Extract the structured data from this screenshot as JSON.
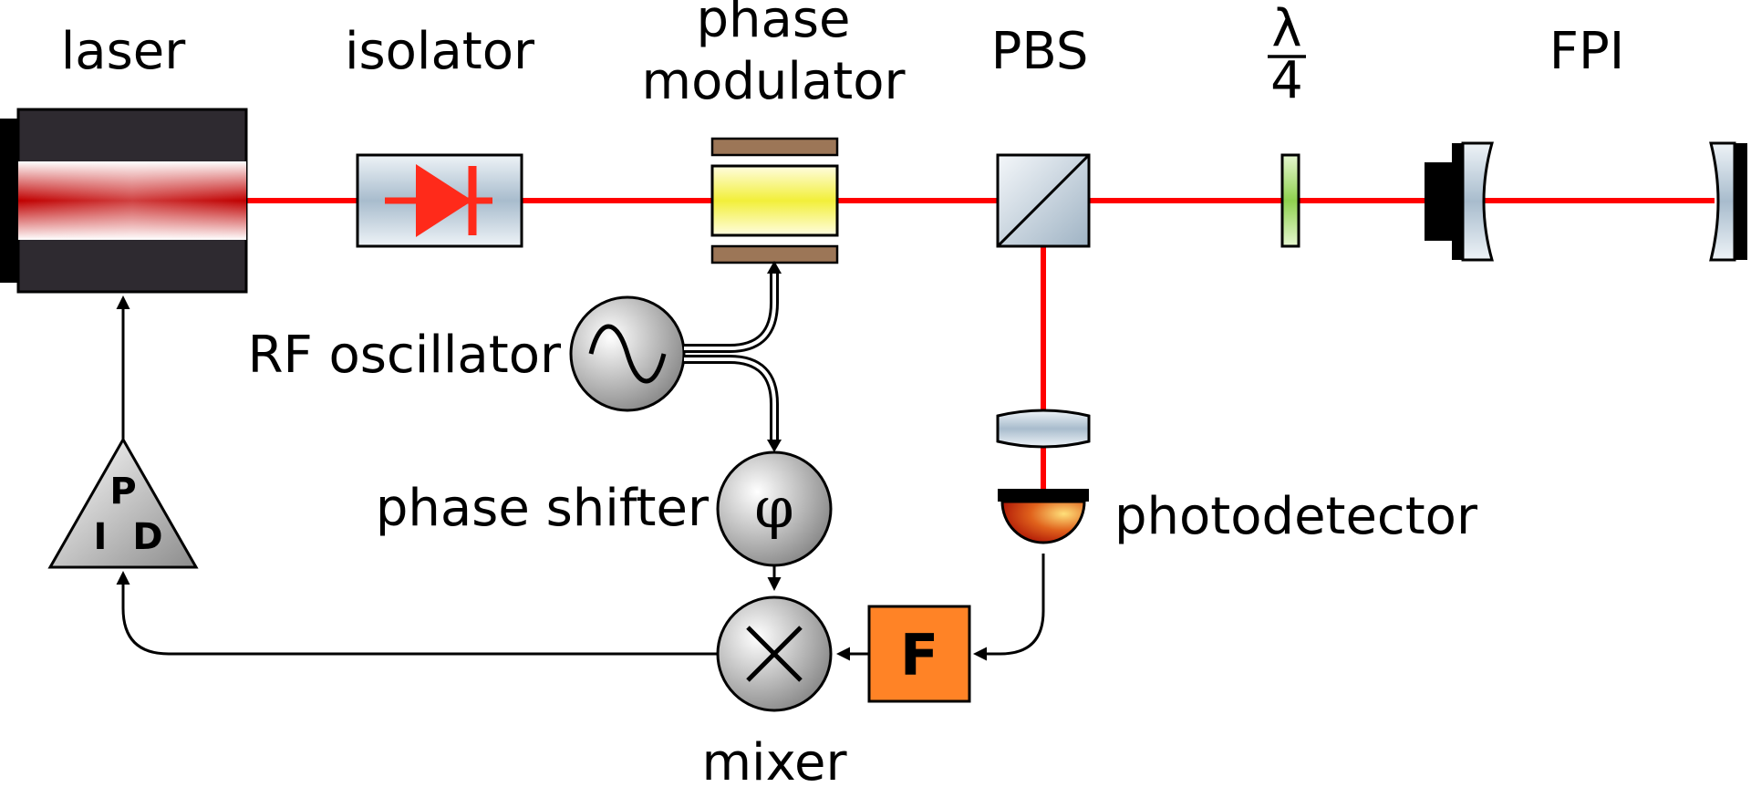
{
  "labels": {
    "laser": "laser",
    "isolator": "isolator",
    "phase_modulator_line1": "phase",
    "phase_modulator_line2": "modulator",
    "pbs": "PBS",
    "quarter_wave_num": "λ",
    "quarter_wave_den": "4",
    "fpi": "FPI",
    "rf_oscillator": "RF oscillator",
    "phase_shifter": "phase shifter",
    "phase_shifter_symbol": "φ",
    "photodetector": "photodetector",
    "mixer": "mixer",
    "filter_symbol": "F",
    "pid_p": "P",
    "pid_i": "I",
    "pid_d": "D"
  },
  "colors": {
    "beam": "#ff0000",
    "laser_body": "#2e2a30",
    "filter_fill": "#ff8326",
    "waveplate_fill": "#8fd14f",
    "modulator_crystal": "#f2ef3a",
    "electrode": "#9c7657",
    "isolator_diode": "#ff2a1a"
  },
  "icons": {
    "oscillator": "sine-wave-icon",
    "mixer": "multiply-cross-icon",
    "isolator": "diode-arrow-icon"
  }
}
